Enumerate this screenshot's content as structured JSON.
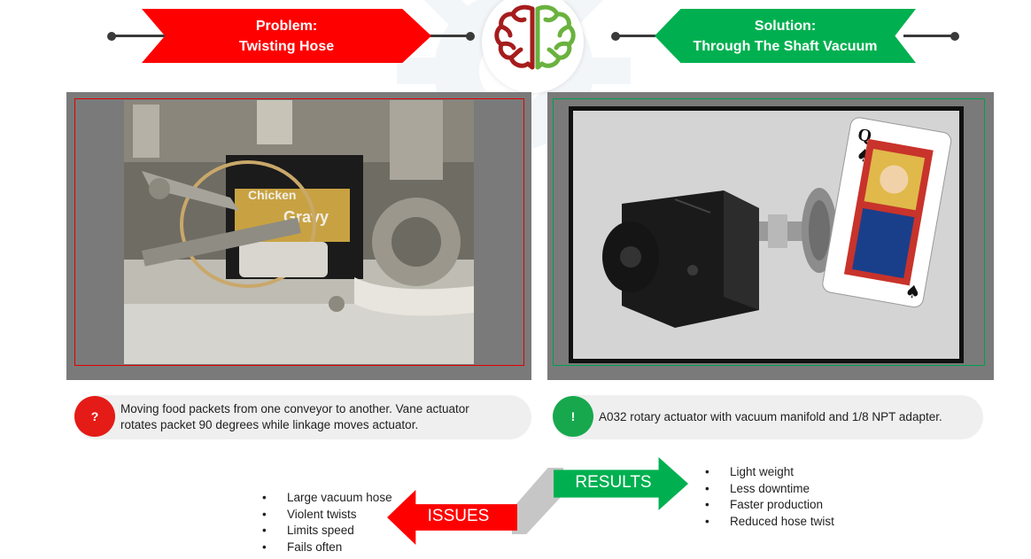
{
  "header": {
    "problem": {
      "line1": "Problem:",
      "line2": "Twisting Hose"
    },
    "solution": {
      "line1": "Solution:",
      "line2": "Through The Shaft Vacuum"
    }
  },
  "logo": {
    "icon": "brain-icon",
    "colors": {
      "left": "#a61c1c",
      "right": "#6ab23e"
    }
  },
  "images": {
    "left": {
      "packet_text": [
        "Chicken",
        "Gravy"
      ]
    },
    "right": {
      "card_rank": "Q"
    }
  },
  "problem_card": {
    "badge": "?",
    "text_line1": "Moving food packets from one conveyor to another. Vane actuator",
    "text_line2": "rotates packet 90 degrees while linkage moves actuator."
  },
  "solution_card": {
    "badge": "!",
    "text": "A032 rotary actuator with vacuum manifold and 1/8 NPT adapter."
  },
  "results": {
    "label": "RESULTS",
    "items": [
      "Light weight",
      "Less downtime",
      "Faster production",
      "Reduced hose twist"
    ]
  },
  "issues": {
    "label": "ISSUES",
    "items": [
      "Large vacuum hose",
      "Violent twists",
      "Limits speed",
      "Fails often"
    ]
  },
  "colors": {
    "problem": "#ff0000",
    "solution": "#00b050",
    "connector": "#c6c6c6",
    "pill_bg": "#efefef"
  }
}
